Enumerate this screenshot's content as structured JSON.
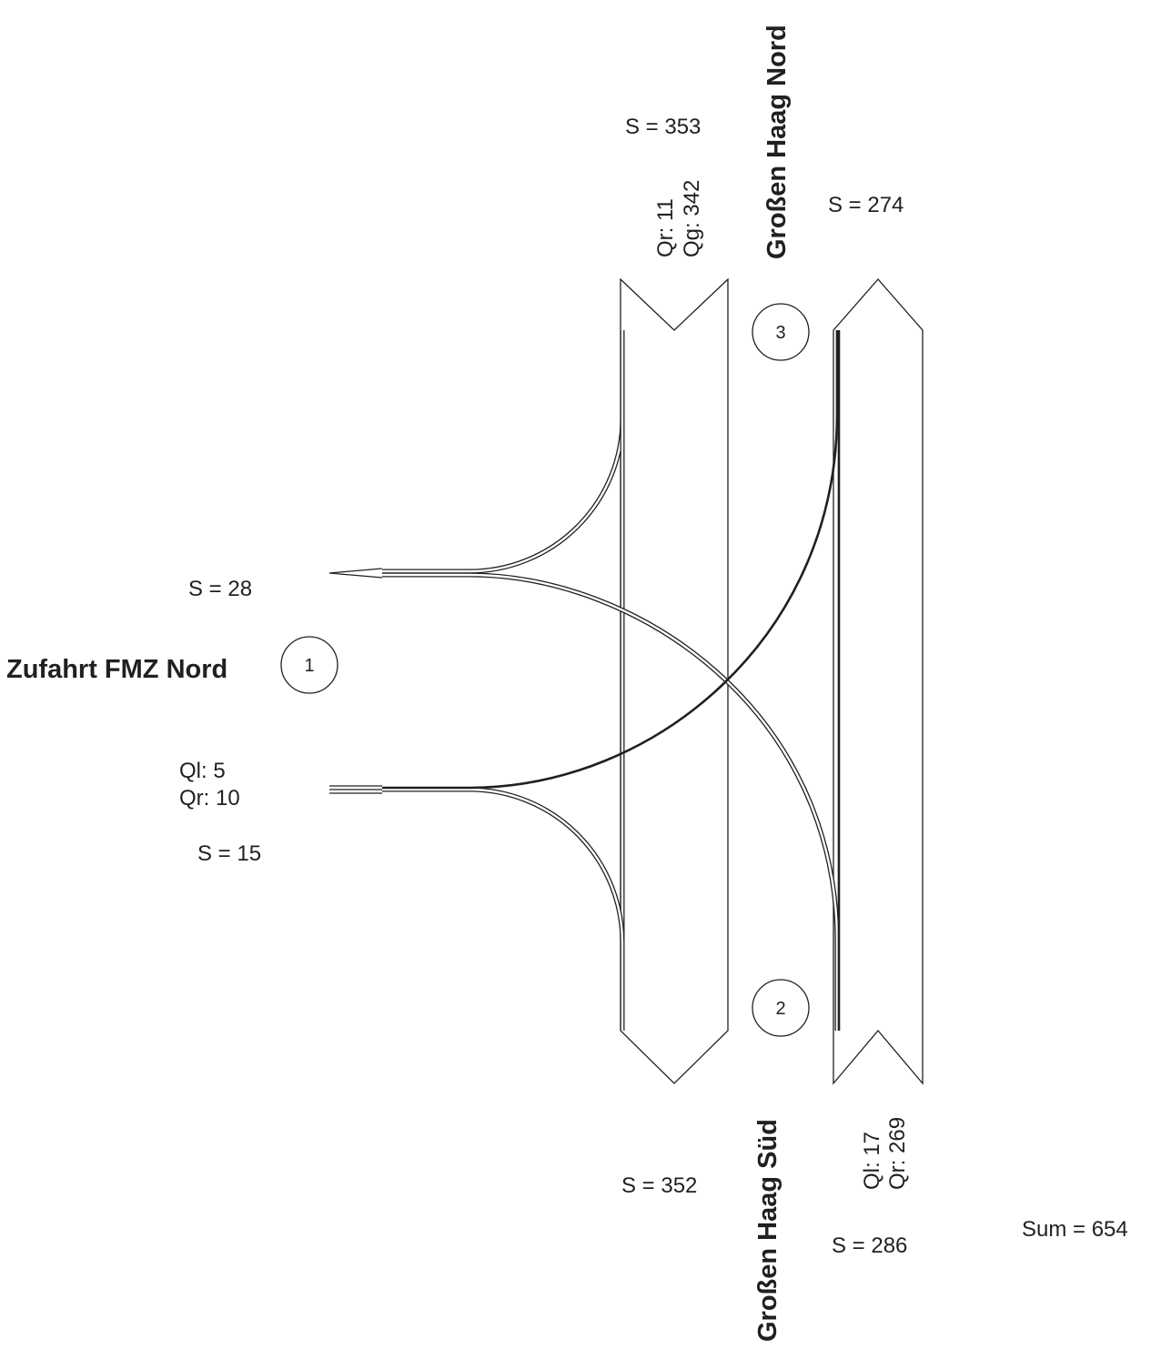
{
  "approaches": {
    "west": {
      "name": "Zufahrt FMZ Nord",
      "node": "1",
      "entry_sum": "S =  15",
      "exit_sum": "S =  28",
      "flows": [
        "Ql: 5",
        "Qr: 10"
      ]
    },
    "south": {
      "name": "Großen Haag Süd",
      "node": "2",
      "entry_sum": "S =  286",
      "exit_sum": "S =  352",
      "flows": [
        "Ql: 17",
        "Qr: 269"
      ]
    },
    "north": {
      "name": "Großen Haag Nord",
      "node": "3",
      "entry_sum": "S =  353",
      "exit_sum": "S =  274",
      "flows": [
        "Qr: 11",
        "Qg: 342"
      ]
    }
  },
  "total": "Sum =  654",
  "colors": {
    "line": "#231f20",
    "background": "#ffffff"
  }
}
